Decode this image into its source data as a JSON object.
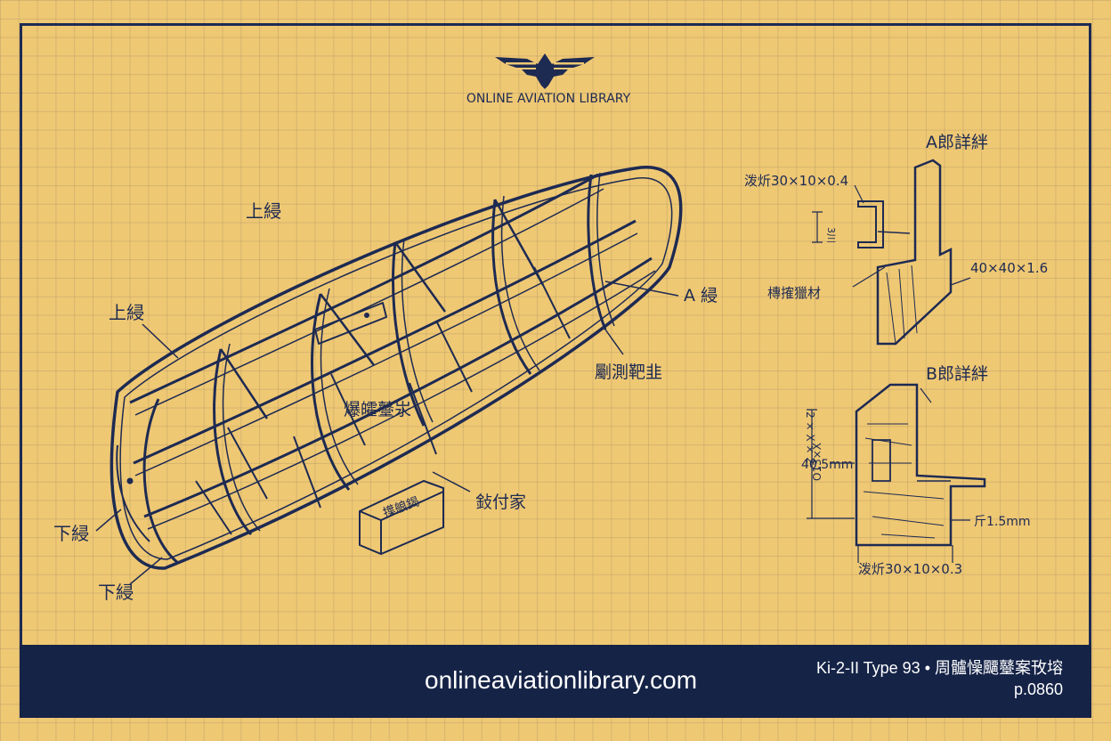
{
  "brand": {
    "name": "ONLINE AVIATION LIBRARY",
    "icon": "eagle-icon"
  },
  "labels": {
    "upper_top": "上綅",
    "upper_left": "上綅",
    "lower_left": "下綅",
    "lower_bottom": "下綅",
    "a_mark": "A 綅",
    "side_member": "劚測靶韭",
    "center_member": "爆皬鼞汖",
    "block_label": "擛艆鍻",
    "attach_piece": "鈙付家"
  },
  "detail_a": {
    "title": "A郎詳絆",
    "channel": "泼炘30×10×0.4",
    "dimension": "3川",
    "plate": "40×40×1.6",
    "member": "槫搉獵材"
  },
  "detail_b": {
    "title": "B郎詳絆",
    "dim_vertical": "2 × X × 2",
    "dim_size": "40.5mm",
    "dim_code": "O13×X",
    "thickness": "斤1.5mm",
    "channel": "泼炘30×10×0.3"
  },
  "footer": {
    "url": "onlineaviationlibrary.com",
    "title": "Ki-2-II Type 93 • 周髗懆飅鼞案攼塎",
    "page": "p.0860"
  },
  "colors": {
    "ink": "#1d2a52",
    "paper": "#efc874",
    "footer_bg": "#152347"
  }
}
